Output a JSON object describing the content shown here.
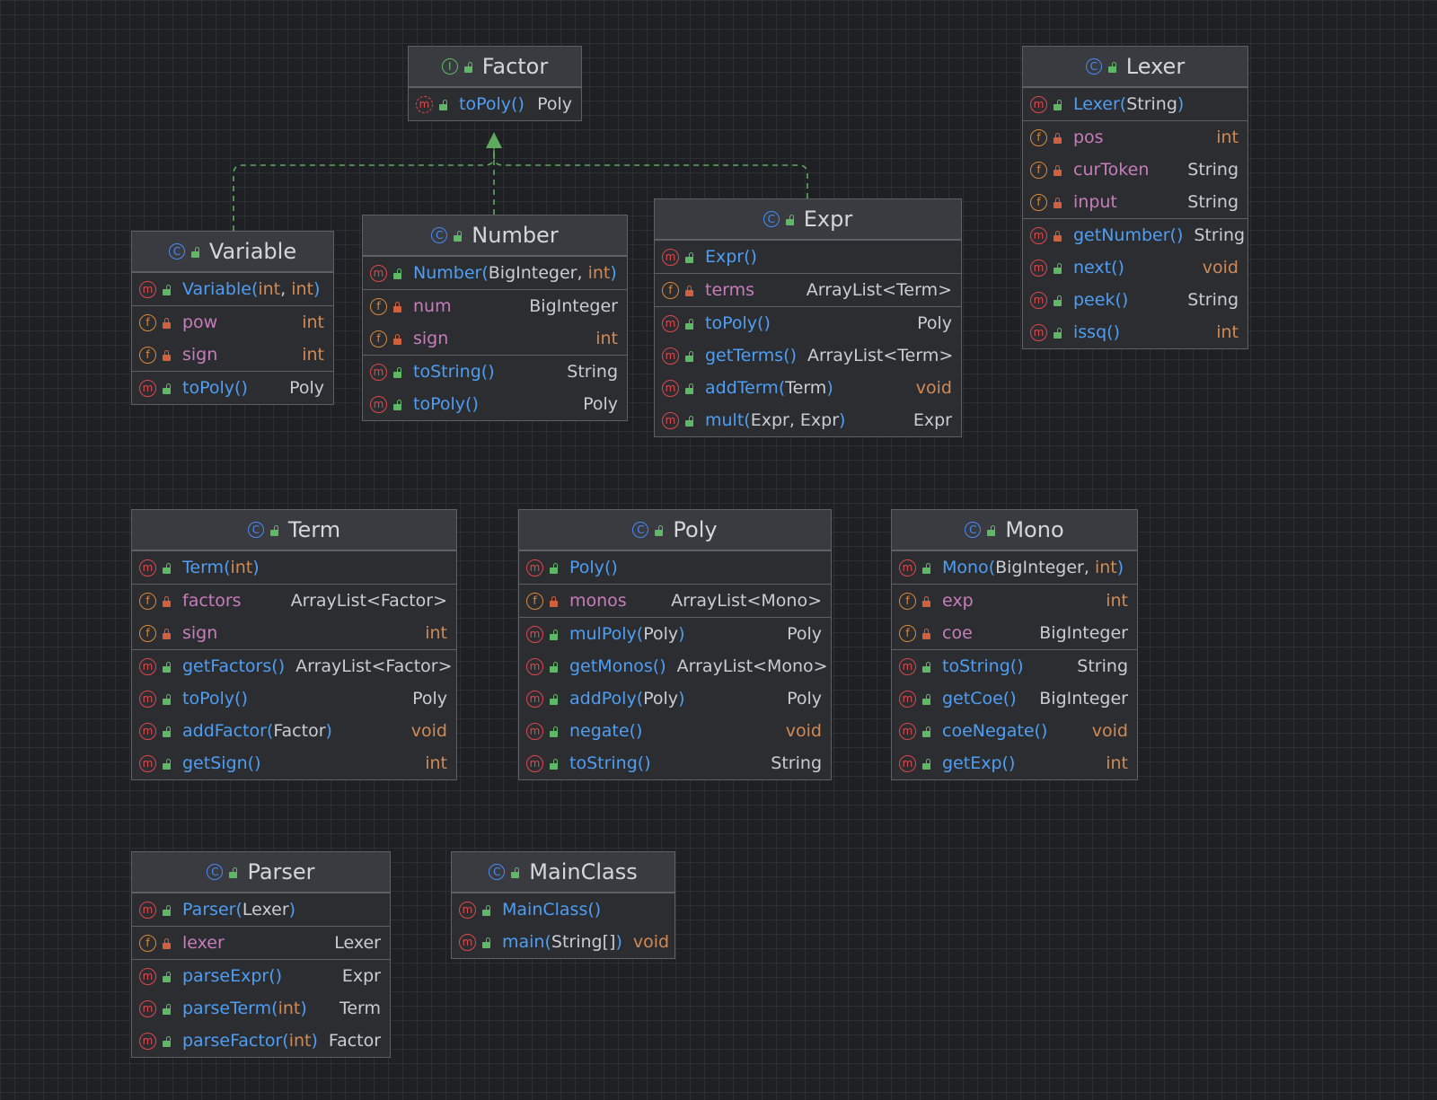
{
  "colors": {
    "background": "#1f2023",
    "class_fill": "#2b2d30",
    "header_fill": "#393b40",
    "method_name": "#4f9ef3",
    "field_name": "#c77dbb",
    "keyword": "#d08a57",
    "type": "#c9ccd1",
    "realization_edge": "#5fa95f"
  },
  "icons": {
    "class": "class-icon",
    "interface": "interface-icon",
    "method": "method-icon",
    "field": "field-icon",
    "public": "public-unlock-icon",
    "private": "private-lock-icon"
  },
  "classes": [
    {
      "id": "factor",
      "kind": "interface",
      "name": "Factor",
      "sections": [
        [
          {
            "k": "m",
            "v": "pub",
            "abstract": true,
            "name": "toPoly",
            "params": "()",
            "type": "Poly"
          }
        ]
      ]
    },
    {
      "id": "lexer",
      "kind": "class",
      "name": "Lexer",
      "sections": [
        [
          {
            "k": "m",
            "v": "pub",
            "name": "Lexer",
            "params": "(String)",
            "type": ""
          }
        ],
        [
          {
            "k": "f",
            "v": "priv",
            "name": "pos",
            "type": "int"
          },
          {
            "k": "f",
            "v": "priv",
            "name": "curToken",
            "type": "String"
          },
          {
            "k": "f",
            "v": "priv",
            "name": "input",
            "type": "String"
          }
        ],
        [
          {
            "k": "m",
            "v": "priv",
            "name": "getNumber",
            "params": "()",
            "type": "String"
          },
          {
            "k": "m",
            "v": "pub",
            "name": "next",
            "params": "()",
            "type": "void"
          },
          {
            "k": "m",
            "v": "pub",
            "name": "peek",
            "params": "()",
            "type": "String"
          },
          {
            "k": "m",
            "v": "pub",
            "name": "issq",
            "params": "()",
            "type": "int"
          }
        ]
      ]
    },
    {
      "id": "variable",
      "kind": "class",
      "name": "Variable",
      "sections": [
        [
          {
            "k": "m",
            "v": "pub",
            "name": "Variable",
            "params": "(int, int)",
            "type": ""
          }
        ],
        [
          {
            "k": "f",
            "v": "priv",
            "name": "pow",
            "type": "int"
          },
          {
            "k": "f",
            "v": "priv",
            "name": "sign",
            "type": "int"
          }
        ],
        [
          {
            "k": "m",
            "v": "pub",
            "name": "toPoly",
            "params": "()",
            "type": "Poly"
          }
        ]
      ]
    },
    {
      "id": "number",
      "kind": "class",
      "name": "Number",
      "sections": [
        [
          {
            "k": "m",
            "v": "pub",
            "name": "Number",
            "params": "(BigInteger, int)",
            "type": ""
          }
        ],
        [
          {
            "k": "f",
            "v": "priv",
            "name": "num",
            "type": "BigInteger"
          },
          {
            "k": "f",
            "v": "priv",
            "name": "sign",
            "type": "int"
          }
        ],
        [
          {
            "k": "m",
            "v": "pub",
            "name": "toString",
            "params": "()",
            "type": "String"
          },
          {
            "k": "m",
            "v": "pub",
            "name": "toPoly",
            "params": "()",
            "type": "Poly"
          }
        ]
      ]
    },
    {
      "id": "expr",
      "kind": "class",
      "name": "Expr",
      "sections": [
        [
          {
            "k": "m",
            "v": "pub",
            "name": "Expr",
            "params": "()",
            "type": ""
          }
        ],
        [
          {
            "k": "f",
            "v": "priv",
            "name": "terms",
            "type": "ArrayList<Term>"
          }
        ],
        [
          {
            "k": "m",
            "v": "pub",
            "name": "toPoly",
            "params": "()",
            "type": "Poly"
          },
          {
            "k": "m",
            "v": "pub",
            "name": "getTerms",
            "params": "()",
            "type": "ArrayList<Term>"
          },
          {
            "k": "m",
            "v": "pub",
            "name": "addTerm",
            "params": "(Term)",
            "type": "void"
          },
          {
            "k": "m",
            "v": "pub",
            "name": "mult",
            "params": "(Expr, Expr)",
            "type": "Expr"
          }
        ]
      ]
    },
    {
      "id": "term",
      "kind": "class",
      "name": "Term",
      "sections": [
        [
          {
            "k": "m",
            "v": "pub",
            "name": "Term",
            "params": "(int)",
            "type": ""
          }
        ],
        [
          {
            "k": "f",
            "v": "priv",
            "name": "factors",
            "type": "ArrayList<Factor>"
          },
          {
            "k": "f",
            "v": "priv",
            "name": "sign",
            "type": "int"
          }
        ],
        [
          {
            "k": "m",
            "v": "pub",
            "name": "getFactors",
            "params": "()",
            "type": "ArrayList<Factor>"
          },
          {
            "k": "m",
            "v": "pub",
            "name": "toPoly",
            "params": "()",
            "type": "Poly"
          },
          {
            "k": "m",
            "v": "pub",
            "name": "addFactor",
            "params": "(Factor)",
            "type": "void"
          },
          {
            "k": "m",
            "v": "pub",
            "name": "getSign",
            "params": "()",
            "type": "int"
          }
        ]
      ]
    },
    {
      "id": "poly",
      "kind": "class",
      "name": "Poly",
      "sections": [
        [
          {
            "k": "m",
            "v": "pub",
            "name": "Poly",
            "params": "()",
            "type": ""
          }
        ],
        [
          {
            "k": "f",
            "v": "priv",
            "name": "monos",
            "type": "ArrayList<Mono>"
          }
        ],
        [
          {
            "k": "m",
            "v": "pub",
            "name": "mulPoly",
            "params": "(Poly)",
            "type": "Poly"
          },
          {
            "k": "m",
            "v": "pub",
            "name": "getMonos",
            "params": "()",
            "type": "ArrayList<Mono>"
          },
          {
            "k": "m",
            "v": "pub",
            "name": "addPoly",
            "params": "(Poly)",
            "type": "Poly"
          },
          {
            "k": "m",
            "v": "pub",
            "name": "negate",
            "params": "()",
            "type": "void"
          },
          {
            "k": "m",
            "v": "pub",
            "name": "toString",
            "params": "()",
            "type": "String"
          }
        ]
      ]
    },
    {
      "id": "mono",
      "kind": "class",
      "name": "Mono",
      "sections": [
        [
          {
            "k": "m",
            "v": "pub",
            "name": "Mono",
            "params": "(BigInteger, int)",
            "type": ""
          }
        ],
        [
          {
            "k": "f",
            "v": "priv",
            "name": "exp",
            "type": "int"
          },
          {
            "k": "f",
            "v": "priv",
            "name": "coe",
            "type": "BigInteger"
          }
        ],
        [
          {
            "k": "m",
            "v": "pub",
            "name": "toString",
            "params": "()",
            "type": "String"
          },
          {
            "k": "m",
            "v": "pub",
            "name": "getCoe",
            "params": "()",
            "type": "BigInteger"
          },
          {
            "k": "m",
            "v": "pub",
            "name": "coeNegate",
            "params": "()",
            "type": "void"
          },
          {
            "k": "m",
            "v": "pub",
            "name": "getExp",
            "params": "()",
            "type": "int"
          }
        ]
      ]
    },
    {
      "id": "parser",
      "kind": "class",
      "name": "Parser",
      "sections": [
        [
          {
            "k": "m",
            "v": "pub",
            "name": "Parser",
            "params": "(Lexer)",
            "type": ""
          }
        ],
        [
          {
            "k": "f",
            "v": "priv",
            "name": "lexer",
            "type": "Lexer"
          }
        ],
        [
          {
            "k": "m",
            "v": "pub",
            "name": "parseExpr",
            "params": "()",
            "type": "Expr"
          },
          {
            "k": "m",
            "v": "pub",
            "name": "parseTerm",
            "params": "(int)",
            "type": "Term"
          },
          {
            "k": "m",
            "v": "pub",
            "name": "parseFactor",
            "params": "(int)",
            "type": "Factor"
          }
        ]
      ]
    },
    {
      "id": "mainclass",
      "kind": "class",
      "name": "MainClass",
      "sections": [
        [
          {
            "k": "m",
            "v": "pub",
            "name": "MainClass",
            "params": "()",
            "type": ""
          },
          {
            "k": "m",
            "v": "pub",
            "name": "main",
            "params": "(String[])",
            "type": "void"
          }
        ]
      ]
    }
  ],
  "relations": [
    {
      "type": "realization",
      "from": "variable",
      "to": "factor"
    },
    {
      "type": "realization",
      "from": "number",
      "to": "factor"
    },
    {
      "type": "realization",
      "from": "expr",
      "to": "factor"
    }
  ]
}
